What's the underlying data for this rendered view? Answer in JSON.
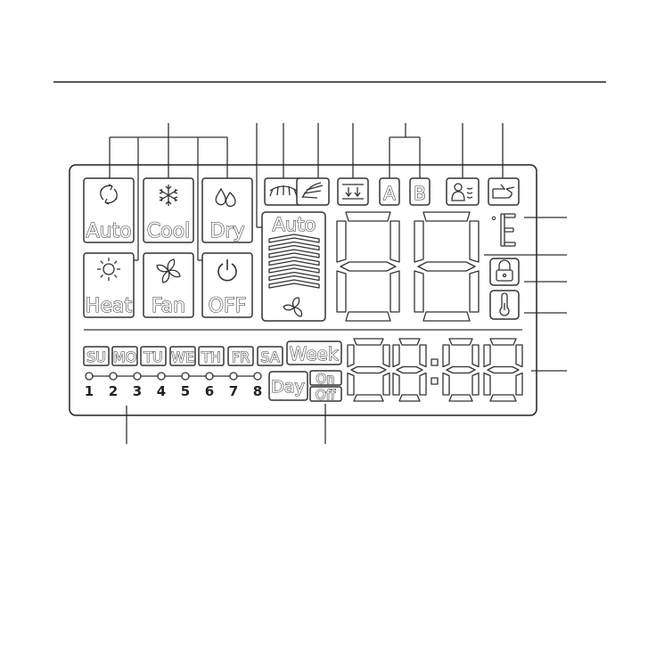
{
  "modes": {
    "auto": "Auto",
    "cool": "Cool",
    "dry": "Dry",
    "heat": "Heat",
    "fan": "Fan",
    "off": "OFF"
  },
  "fan_speed_label": "Auto",
  "swing": {
    "a_label": "A",
    "b_label": "B"
  },
  "temperature_unit": "°",
  "days": [
    "SU",
    "MO",
    "TU",
    "WE",
    "TH",
    "FR",
    "SA"
  ],
  "week_label": "Week",
  "day_label": "Day",
  "on_label": "On",
  "off_label": "Off",
  "timer_numbers": [
    "1",
    "2",
    "3",
    "4",
    "5",
    "6",
    "7",
    "8"
  ],
  "icons": [
    "recycle-icon",
    "snowflake-icon",
    "water-drops-icon",
    "sun-icon",
    "fan-icon",
    "power-icon",
    "vane-icon",
    "swing-icon",
    "filter-icon",
    "person-icon",
    "hand-icon",
    "lock-icon",
    "thermometer-icon"
  ]
}
